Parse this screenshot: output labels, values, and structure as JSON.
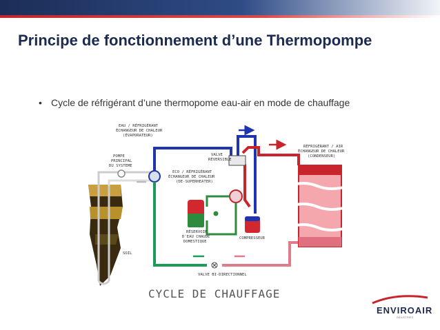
{
  "slide": {
    "title": "Principe de fonctionnement d’une Thermopompe",
    "bullet": "Cycle de réfrigérant d’une thermopome eau-air en mode de chauffage"
  },
  "diagram": {
    "labels": {
      "evap_1": "EAU / RÉFRIGÉRANT",
      "evap_2": "ÉCHANGEUR DE CHALEUR",
      "evap_3": "(ÉVAPORATEUR)",
      "pump_1": "POMPE",
      "pump_2": "PRINCIPAL",
      "pump_3": "DU SYSTEME",
      "valve_rev_1": "VALVE",
      "valve_rev_2": "RÉVERSIBLE",
      "eco_1": "ECO / RÉFRIGÉRANT",
      "eco_2": "ÉCHANGEUR DE CHALEUR",
      "eco_3": "(DE-SUPERHEATER)",
      "tank_1": "RÉSERVOIR",
      "tank_2": "D'EAU CHAUDE",
      "tank_3": "DOMESTIQUE",
      "compressor": "COMPRESSEUR",
      "cond_1": "RÉFRIGÉRANT / AIR",
      "cond_2": "ÉCHANGEUR DE CHALEUR",
      "cond_3": "(CONDENSEUR)",
      "soil": "SOIL",
      "valve_bi": "VALVE BI-DIRECTIONNEL",
      "caption": "CYCLE DE CHAUFFAGE"
    }
  },
  "brand": {
    "name": "ENVIROAIR",
    "sub": "INDUSTRIES"
  },
  "colors": {
    "cold": "#1f35b0",
    "hot": "#c8242c",
    "warm": "#e06070",
    "water": "#2e8b3e",
    "title": "#1b2a4e"
  }
}
